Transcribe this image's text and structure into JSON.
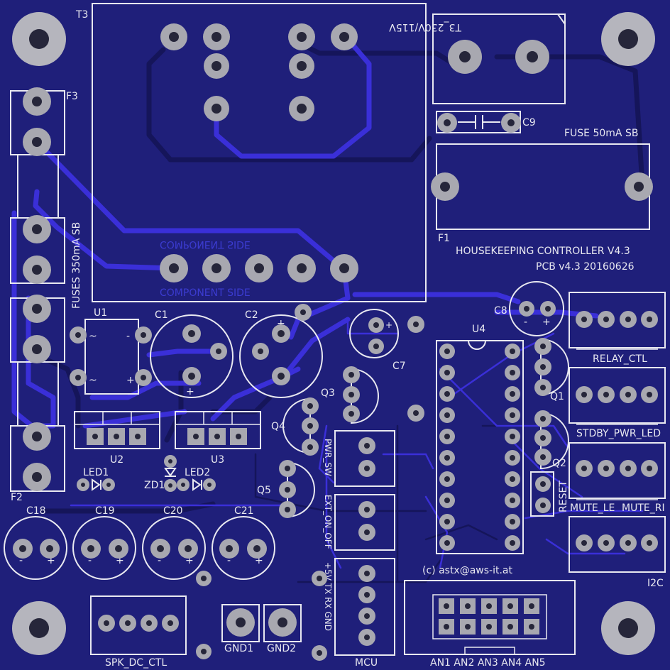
{
  "labels": {
    "t3": "T3",
    "t3_rating": "T3_230V/115V",
    "f3": "F3",
    "f2": "F2",
    "f1": "F1",
    "c9": "C9",
    "fuse_f1": "FUSE 50mA SB",
    "title": "HOUSEKEEPING CONTROLLER V4.3",
    "pcb_version": "PCB v4.3 20160626",
    "fuses_f2f3": "FUSES 350mA SB",
    "component_side": "COMPONENT SIDE",
    "component_side_mirror": "COMPONENT SIDE",
    "u1": "U1",
    "c1": "C1",
    "c2": "C2",
    "c7": "C7",
    "c8": "C8",
    "u4": "U4",
    "relay_ctl": "RELAY_CTL",
    "q1": "Q1",
    "q2": "Q2",
    "q3": "Q3",
    "q4": "Q4",
    "q5": "Q5",
    "stdby_pwr_led": "STDBY_PWR_LED",
    "u2": "U2",
    "u3": "U3",
    "pwr_sw": "PWR_SW",
    "ext_on_off": "EXT_ON_OFF",
    "reset": "RESET",
    "mute_le": "MUTE_LE",
    "mute_ri": "MUTE_RI",
    "i2c": "I2C",
    "led1": "LED1",
    "led2": "LED2",
    "zd1": "ZD1",
    "c18": "C18",
    "c19": "C19",
    "c20": "C20",
    "c21": "C21",
    "copyright": "(c) astx@aws-it.at",
    "mcu_pins": "+5V TX RX GND",
    "mcu": "MCU",
    "spk_dc_ctl": "SPK_DC_CTL",
    "gnd1": "GND1",
    "gnd2": "GND2",
    "analog": "AN1 AN2 AN3 AN4 AN5"
  },
  "colors": {
    "board": "#1f1f7a",
    "silkscreen": "#e8e8f0",
    "top_copper": "#3a2fd8",
    "bottom_copper": "#15155a",
    "pad": "#a8a8b0"
  }
}
